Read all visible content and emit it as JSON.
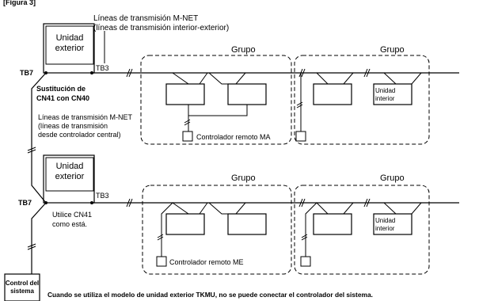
{
  "header": {
    "label": "[Figura 3]"
  },
  "top_line_label": {
    "line1": "Líneas de transmisión M-NET",
    "line2": "(líneas de transmisión interior-exterior)"
  },
  "outdoor_unit_label": {
    "line1": "Unidad",
    "line2": "exterior"
  },
  "terminal_tb7": "TB7",
  "terminal_tb3": "TB3",
  "upper_note": {
    "line1": "Sustitución de",
    "line2": "CN41 con CN40"
  },
  "central_line_label": {
    "line1": "Líneas de transmisión M-NET",
    "line2": "(líneas de transmisión",
    "line3": "desde controlador central)"
  },
  "lower_note": {
    "line1": "Utilice CN41",
    "line2": "como está."
  },
  "group_label": "Grupo",
  "indoor_unit_label": {
    "line1": "Unidad",
    "line2": "interior"
  },
  "remote_ma_label": "Controlador remoto MA",
  "remote_me_label": "Controlador remoto ME",
  "system_controller_label": {
    "line1": "Control del",
    "line2": "sistema"
  },
  "footer_note": "Cuando se utiliza el modelo de unidad exterior TKMU, no se puede conectar el controlador del sistema.",
  "colors": {
    "line": "#000000",
    "background": "#ffffff"
  }
}
